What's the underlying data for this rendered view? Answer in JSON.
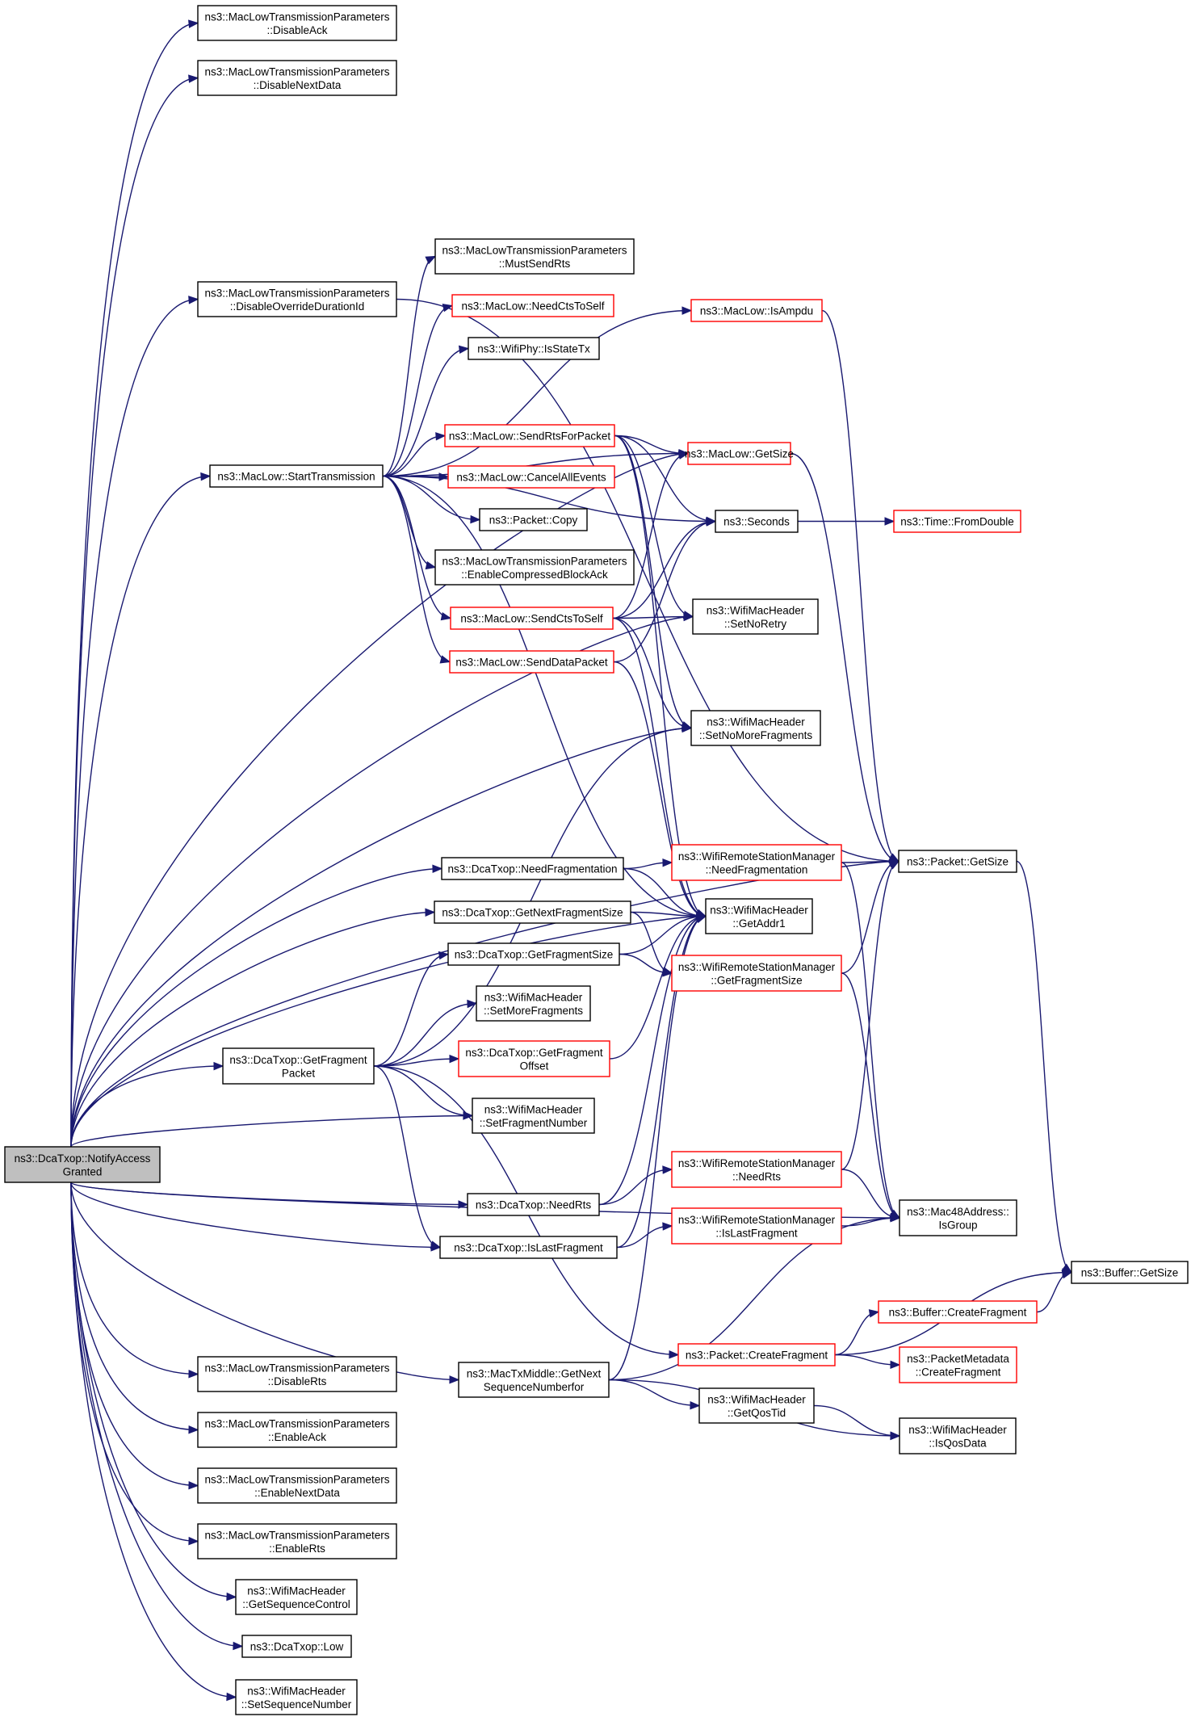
{
  "graph": {
    "root": "notify",
    "edge_color": "#191970",
    "default_border": "#000000",
    "truncated_border": "#ff0000",
    "focus_fill": "#bfbfbf",
    "nodes": [
      {
        "id": "notify",
        "lines": [
          "ns3::DcaTxop::NotifyAccess",
          "Granted"
        ],
        "style": "focus"
      },
      {
        "id": "disableAck",
        "lines": [
          "ns3::MacLowTransmissionParameters",
          "::DisableAck"
        ],
        "style": "normal"
      },
      {
        "id": "disableNextData",
        "lines": [
          "ns3::MacLowTransmissionParameters",
          "::DisableNextData"
        ],
        "style": "normal"
      },
      {
        "id": "disableOverride",
        "lines": [
          "ns3::MacLowTransmissionParameters",
          "::DisableOverrideDurationId"
        ],
        "style": "normal"
      },
      {
        "id": "startTx",
        "lines": [
          "ns3::MacLow::StartTransmission"
        ],
        "style": "normal"
      },
      {
        "id": "mustSendRts",
        "lines": [
          "ns3::MacLowTransmissionParameters",
          "::MustSendRts"
        ],
        "style": "normal"
      },
      {
        "id": "needCtsToSelf",
        "lines": [
          "ns3::MacLow::NeedCtsToSelf"
        ],
        "style": "red"
      },
      {
        "id": "isStateTx",
        "lines": [
          "ns3::WifiPhy::IsStateTx"
        ],
        "style": "normal"
      },
      {
        "id": "sendRts",
        "lines": [
          "ns3::MacLow::SendRtsForPacket"
        ],
        "style": "red"
      },
      {
        "id": "cancelAll",
        "lines": [
          "ns3::MacLow::CancelAllEvents"
        ],
        "style": "red"
      },
      {
        "id": "pktCopy",
        "lines": [
          "ns3::Packet::Copy"
        ],
        "style": "normal"
      },
      {
        "id": "enableCba",
        "lines": [
          "ns3::MacLowTransmissionParameters",
          "::EnableCompressedBlockAck"
        ],
        "style": "normal"
      },
      {
        "id": "sendCts",
        "lines": [
          "ns3::MacLow::SendCtsToSelf"
        ],
        "style": "red"
      },
      {
        "id": "sendData",
        "lines": [
          "ns3::MacLow::SendDataPacket"
        ],
        "style": "red"
      },
      {
        "id": "isAmpdu",
        "lines": [
          "ns3::MacLow::IsAmpdu"
        ],
        "style": "red"
      },
      {
        "id": "macGetSize",
        "lines": [
          "ns3::MacLow::GetSize"
        ],
        "style": "red"
      },
      {
        "id": "seconds",
        "lines": [
          "ns3::Seconds"
        ],
        "style": "normal"
      },
      {
        "id": "fromDouble",
        "lines": [
          "ns3::Time::FromDouble"
        ],
        "style": "red"
      },
      {
        "id": "setNoRetry",
        "lines": [
          "ns3::WifiMacHeader",
          "::SetNoRetry"
        ],
        "style": "normal"
      },
      {
        "id": "setNoMoreFrag",
        "lines": [
          "ns3::WifiMacHeader",
          "::SetNoMoreFragments"
        ],
        "style": "normal"
      },
      {
        "id": "needFrag",
        "lines": [
          "ns3::DcaTxop::NeedFragmentation"
        ],
        "style": "normal"
      },
      {
        "id": "rsmNeedFrag",
        "lines": [
          "ns3::WifiRemoteStationManager",
          "::NeedFragmentation"
        ],
        "style": "red"
      },
      {
        "id": "pktGetSize",
        "lines": [
          "ns3::Packet::GetSize"
        ],
        "style": "normal"
      },
      {
        "id": "getNextFragSize",
        "lines": [
          "ns3::DcaTxop::GetNextFragmentSize"
        ],
        "style": "normal"
      },
      {
        "id": "getAddr1",
        "lines": [
          "ns3::WifiMacHeader",
          "::GetAddr1"
        ],
        "style": "normal"
      },
      {
        "id": "getFragSize",
        "lines": [
          "ns3::DcaTxop::GetFragmentSize"
        ],
        "style": "normal"
      },
      {
        "id": "rsmGetFragSize",
        "lines": [
          "ns3::WifiRemoteStationManager",
          "::GetFragmentSize"
        ],
        "style": "red"
      },
      {
        "id": "setMoreFrag",
        "lines": [
          "ns3::WifiMacHeader",
          "::SetMoreFragments"
        ],
        "style": "normal"
      },
      {
        "id": "getFragPkt",
        "lines": [
          "ns3::DcaTxop::GetFragment",
          "Packet"
        ],
        "style": "normal"
      },
      {
        "id": "getFragOffset",
        "lines": [
          "ns3::DcaTxop::GetFragment",
          "Offset"
        ],
        "style": "red"
      },
      {
        "id": "setFragNum",
        "lines": [
          "ns3::WifiMacHeader",
          "::SetFragmentNumber"
        ],
        "style": "normal"
      },
      {
        "id": "rsmNeedRts",
        "lines": [
          "ns3::WifiRemoteStationManager",
          "::NeedRts"
        ],
        "style": "red"
      },
      {
        "id": "needRts",
        "lines": [
          "ns3::DcaTxop::NeedRts"
        ],
        "style": "normal"
      },
      {
        "id": "isGroup",
        "lines": [
          "ns3::Mac48Address::",
          "IsGroup"
        ],
        "style": "normal"
      },
      {
        "id": "rsmIsLastFrag",
        "lines": [
          "ns3::WifiRemoteStationManager",
          "::IsLastFragment"
        ],
        "style": "red"
      },
      {
        "id": "isLastFrag",
        "lines": [
          "ns3::DcaTxop::IsLastFragment"
        ],
        "style": "normal"
      },
      {
        "id": "bufGetSize",
        "lines": [
          "ns3::Buffer::GetSize"
        ],
        "style": "normal"
      },
      {
        "id": "bufCreateFrag",
        "lines": [
          "ns3::Buffer::CreateFragment"
        ],
        "style": "red"
      },
      {
        "id": "pktCreateFrag",
        "lines": [
          "ns3::Packet::CreateFragment"
        ],
        "style": "red"
      },
      {
        "id": "pmCreateFrag",
        "lines": [
          "ns3::PacketMetadata",
          "::CreateFragment"
        ],
        "style": "red"
      },
      {
        "id": "disableRts",
        "lines": [
          "ns3::MacLowTransmissionParameters",
          "::DisableRts"
        ],
        "style": "normal"
      },
      {
        "id": "getNextSeq",
        "lines": [
          "ns3::MacTxMiddle::GetNext",
          "SequenceNumberfor"
        ],
        "style": "normal"
      },
      {
        "id": "getQosTid",
        "lines": [
          "ns3::WifiMacHeader",
          "::GetQosTid"
        ],
        "style": "normal"
      },
      {
        "id": "enableAck",
        "lines": [
          "ns3::MacLowTransmissionParameters",
          "::EnableAck"
        ],
        "style": "normal"
      },
      {
        "id": "isQosData",
        "lines": [
          "ns3::WifiMacHeader",
          "::IsQosData"
        ],
        "style": "normal"
      },
      {
        "id": "enableNextData",
        "lines": [
          "ns3::MacLowTransmissionParameters",
          "::EnableNextData"
        ],
        "style": "normal"
      },
      {
        "id": "enableRts",
        "lines": [
          "ns3::MacLowTransmissionParameters",
          "::EnableRts"
        ],
        "style": "normal"
      },
      {
        "id": "getSeqCtrl",
        "lines": [
          "ns3::WifiMacHeader",
          "::GetSequenceControl"
        ],
        "style": "normal"
      },
      {
        "id": "low",
        "lines": [
          "ns3::DcaTxop::Low"
        ],
        "style": "normal"
      },
      {
        "id": "setSeqNum",
        "lines": [
          "ns3::WifiMacHeader",
          "::SetSequenceNumber"
        ],
        "style": "normal"
      }
    ],
    "edges": [
      [
        "notify",
        "disableAck"
      ],
      [
        "notify",
        "disableNextData"
      ],
      [
        "notify",
        "disableOverride"
      ],
      [
        "notify",
        "startTx"
      ],
      [
        "notify",
        "macGetSize"
      ],
      [
        "notify",
        "pktGetSize"
      ],
      [
        "notify",
        "setNoRetry"
      ],
      [
        "notify",
        "setNoMoreFrag"
      ],
      [
        "notify",
        "needFrag"
      ],
      [
        "notify",
        "getNextFragSize"
      ],
      [
        "notify",
        "getFragPkt"
      ],
      [
        "notify",
        "setFragNum"
      ],
      [
        "notify",
        "getAddr1"
      ],
      [
        "notify",
        "needRts"
      ],
      [
        "notify",
        "isLastFrag"
      ],
      [
        "notify",
        "isGroup"
      ],
      [
        "notify",
        "getNextSeq"
      ],
      [
        "notify",
        "disableRts"
      ],
      [
        "notify",
        "enableAck"
      ],
      [
        "notify",
        "enableNextData"
      ],
      [
        "notify",
        "enableRts"
      ],
      [
        "notify",
        "getSeqCtrl"
      ],
      [
        "notify",
        "low"
      ],
      [
        "notify",
        "setSeqNum"
      ],
      [
        "startTx",
        "mustSendRts"
      ],
      [
        "startTx",
        "needCtsToSelf"
      ],
      [
        "startTx",
        "isStateTx"
      ],
      [
        "startTx",
        "sendRts"
      ],
      [
        "startTx",
        "cancelAll"
      ],
      [
        "startTx",
        "pktCopy"
      ],
      [
        "startTx",
        "enableCba"
      ],
      [
        "startTx",
        "sendCts"
      ],
      [
        "startTx",
        "sendData"
      ],
      [
        "startTx",
        "isAmpdu"
      ],
      [
        "startTx",
        "macGetSize"
      ],
      [
        "startTx",
        "seconds"
      ],
      [
        "startTx",
        "getAddr1"
      ],
      [
        "disableOverride",
        "pktGetSize"
      ],
      [
        "sendRts",
        "macGetSize"
      ],
      [
        "sendRts",
        "seconds"
      ],
      [
        "sendRts",
        "setNoRetry"
      ],
      [
        "sendRts",
        "setNoMoreFrag"
      ],
      [
        "sendRts",
        "getAddr1"
      ],
      [
        "sendCts",
        "macGetSize"
      ],
      [
        "sendCts",
        "seconds"
      ],
      [
        "sendCts",
        "setNoRetry"
      ],
      [
        "sendCts",
        "setNoMoreFrag"
      ],
      [
        "sendCts",
        "getAddr1"
      ],
      [
        "sendData",
        "seconds"
      ],
      [
        "sendData",
        "getAddr1"
      ],
      [
        "isAmpdu",
        "pktGetSize"
      ],
      [
        "macGetSize",
        "pktGetSize"
      ],
      [
        "seconds",
        "fromDouble"
      ],
      [
        "needFrag",
        "rsmNeedFrag"
      ],
      [
        "needFrag",
        "getAddr1"
      ],
      [
        "rsmNeedFrag",
        "pktGetSize"
      ],
      [
        "rsmNeedFrag",
        "isGroup"
      ],
      [
        "getNextFragSize",
        "getAddr1"
      ],
      [
        "getNextFragSize",
        "rsmGetFragSize"
      ],
      [
        "getFragSize",
        "getAddr1"
      ],
      [
        "getFragSize",
        "rsmGetFragSize"
      ],
      [
        "rsmGetFragSize",
        "pktGetSize"
      ],
      [
        "rsmGetFragSize",
        "isGroup"
      ],
      [
        "getFragPkt",
        "setNoMoreFrag"
      ],
      [
        "getFragPkt",
        "getFragSize"
      ],
      [
        "getFragPkt",
        "setMoreFrag"
      ],
      [
        "getFragPkt",
        "getFragOffset"
      ],
      [
        "getFragPkt",
        "setFragNum"
      ],
      [
        "getFragPkt",
        "isLastFrag"
      ],
      [
        "getFragPkt",
        "pktCreateFrag"
      ],
      [
        "getFragOffset",
        "getAddr1"
      ],
      [
        "needRts",
        "getAddr1"
      ],
      [
        "needRts",
        "rsmNeedRts"
      ],
      [
        "rsmNeedRts",
        "pktGetSize"
      ],
      [
        "rsmNeedRts",
        "isGroup"
      ],
      [
        "isLastFrag",
        "getAddr1"
      ],
      [
        "isLastFrag",
        "rsmIsLastFrag"
      ],
      [
        "rsmIsLastFrag",
        "isGroup"
      ],
      [
        "pktGetSize",
        "bufGetSize"
      ],
      [
        "pktCreateFrag",
        "bufGetSize"
      ],
      [
        "pktCreateFrag",
        "bufCreateFrag"
      ],
      [
        "pktCreateFrag",
        "pmCreateFrag"
      ],
      [
        "bufCreateFrag",
        "bufGetSize"
      ],
      [
        "getNextSeq",
        "isGroup"
      ],
      [
        "getNextSeq",
        "getAddr1"
      ],
      [
        "getNextSeq",
        "getQosTid"
      ],
      [
        "getNextSeq",
        "isQosData"
      ],
      [
        "getQosTid",
        "isQosData"
      ]
    ]
  }
}
